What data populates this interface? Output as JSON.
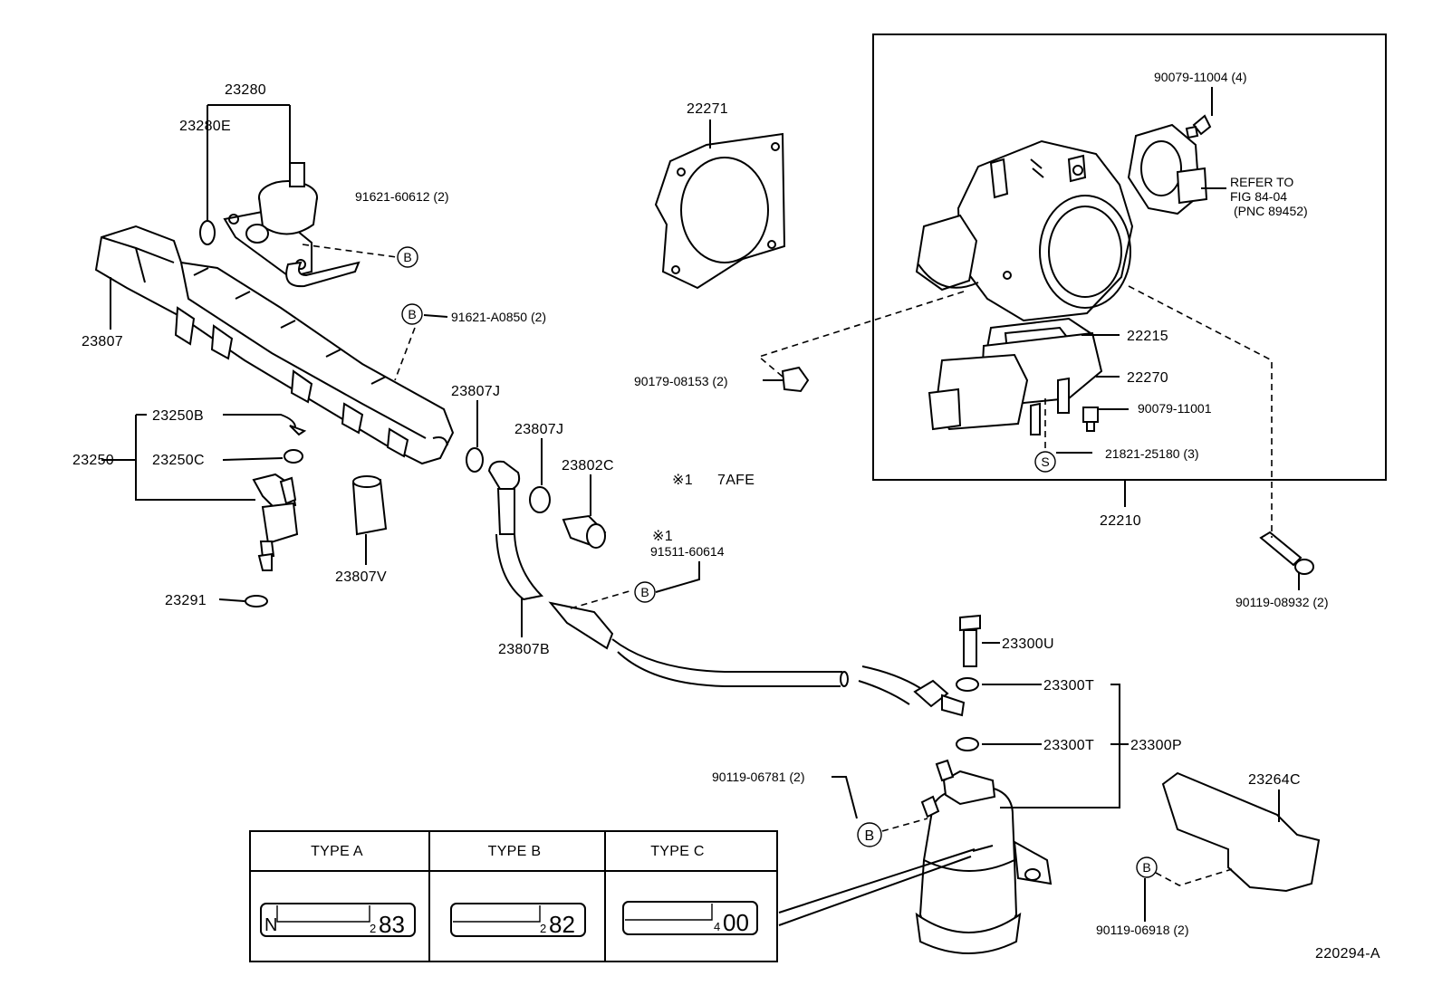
{
  "diagram": {
    "figure_id": "220294-A",
    "footnote": {
      "mark": "※1",
      "text": "7AFE"
    },
    "labels": {
      "p23280": "23280",
      "p23280E": "23280E",
      "p91621_60612": "91621-60612 (2)",
      "p23807": "23807",
      "p91621_A0850": "91621-A0850 (2)",
      "p22271": "22271",
      "p90079_11004": "90079-11004 (4)",
      "refer1": "REFER TO",
      "refer2": "FIG 84-04",
      "refer3": "(PNC 89452)",
      "p22215": "22215",
      "p22270": "22270",
      "p90079_11001": "90079-11001",
      "p21821_25180": "21821-25180 (3)",
      "p22210": "22210",
      "p90179_08153": "90179-08153 (2)",
      "p23250B": "23250B",
      "p23250": "23250",
      "p23250C": "23250C",
      "p23807J_a": "23807J",
      "p23807J_b": "23807J",
      "p23802C": "23802C",
      "p23807V": "23807V",
      "p23291": "23291",
      "p23807B": "23807B",
      "fn_mark2": "※1",
      "p91511_60614": "91511-60614",
      "p90119_08932": "90119-08932 (2)",
      "p23300U": "23300U",
      "p23300T_a": "23300T",
      "p23300T_b": "23300T",
      "p23300P": "23300P",
      "p90119_06781": "90119-06781 (2)",
      "p23264C": "23264C",
      "p90119_06918": "90119-06918 (2)"
    },
    "callout_letters": {
      "b": "B",
      "s": "S"
    },
    "type_table": {
      "columns": [
        {
          "header": "TYPE A",
          "prefix": "N",
          "small": "2",
          "code": "83"
        },
        {
          "header": "TYPE B",
          "prefix": "",
          "small": "2",
          "code": "82"
        },
        {
          "header": "TYPE C",
          "prefix": "",
          "small": "4",
          "code": "00"
        }
      ]
    }
  }
}
